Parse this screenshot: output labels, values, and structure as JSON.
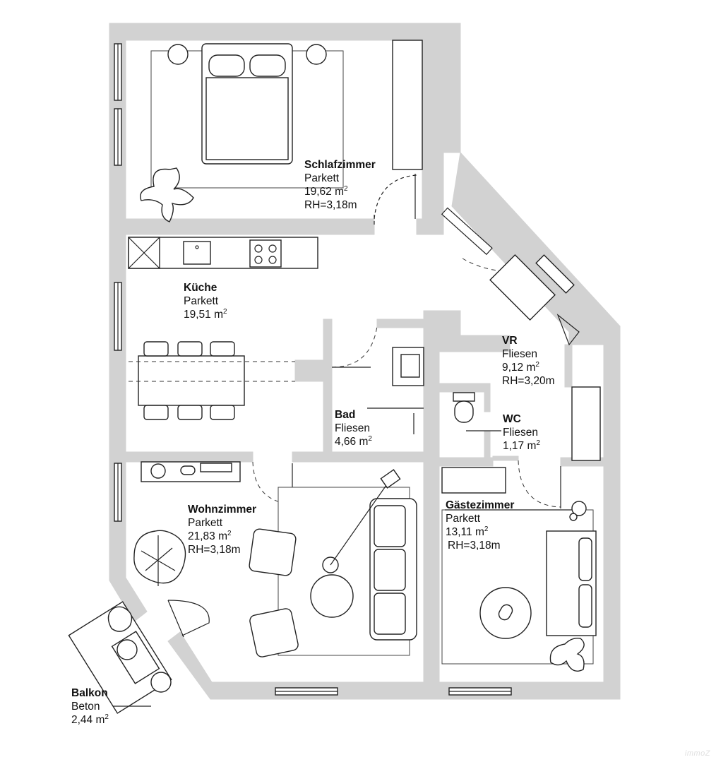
{
  "rooms": {
    "schlafzimmer": {
      "name": "Schlafzimmer",
      "floor": "Parkett",
      "area": "19,62 m",
      "height": "RH=3,18m"
    },
    "kueche": {
      "name": "Küche",
      "floor": "Parkett",
      "area": "19,51 m"
    },
    "vr": {
      "name": "VR",
      "floor": "Fliesen",
      "area": "9,12 m",
      "height": "RH=3,20m"
    },
    "bad": {
      "name": "Bad",
      "floor": "Fliesen",
      "area": "4,66 m"
    },
    "wc": {
      "name": "WC",
      "floor": "Fliesen",
      "area": "1,17 m"
    },
    "wohnzimmer": {
      "name": "Wohnzimmer",
      "floor": "Parkett",
      "area": "21,83 m",
      "height": "RH=3,18m"
    },
    "gaestezimmer": {
      "name": "Gästezimmer",
      "floor": "Parkett",
      "area": "13,11 m",
      "height": "RH=3,18m"
    },
    "balkon": {
      "name": "Balkon",
      "floor": "Beton",
      "area": "2,44 m"
    }
  },
  "area_exponent": "2",
  "watermark": "immoZ",
  "colors": {
    "wall": "#d2d2d2",
    "line": "#222222",
    "background": "#ffffff"
  }
}
